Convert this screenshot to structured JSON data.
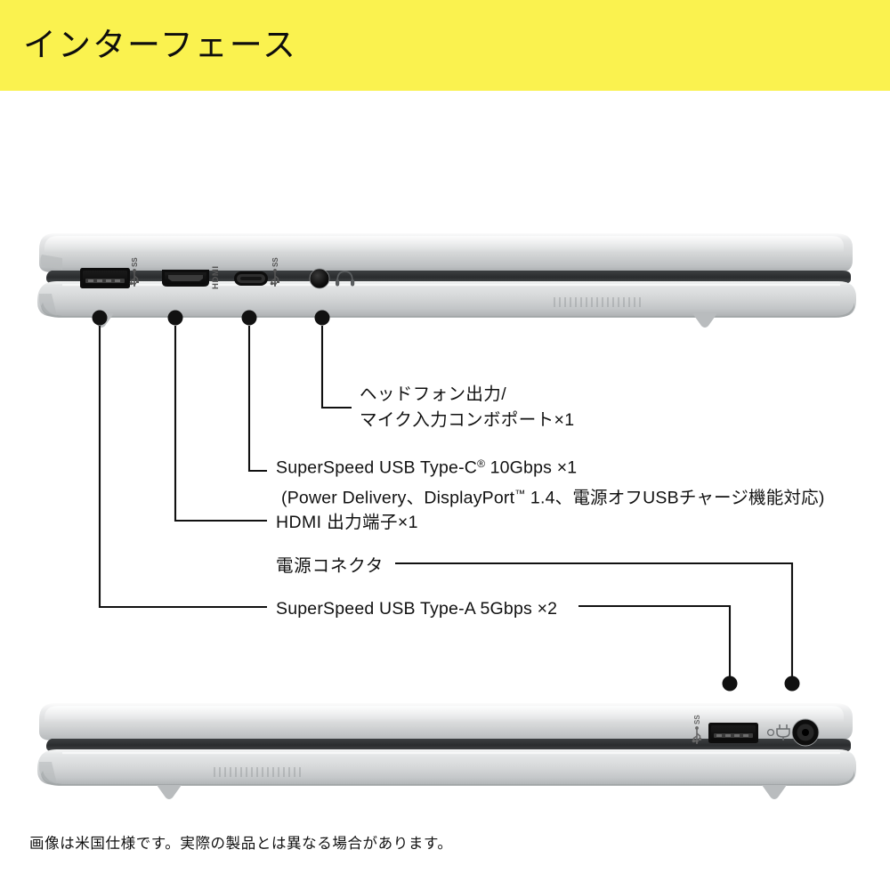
{
  "header": {
    "title": "インターフェース",
    "background_color": "#faf24f",
    "text_color": "#0e0e0e"
  },
  "product": {
    "top_view_label": "laptop-left-side-view",
    "bottom_view_label": "laptop-right-side-view",
    "body_color": "#cfd1d2",
    "accent_dark": "#2b2b2b"
  },
  "ports": {
    "top_edge": [
      {
        "id": "usb-a",
        "icon": "ss-usb-icon",
        "label": "SS"
      },
      {
        "id": "hdmi",
        "icon": "hdmi-icon",
        "label": "HDMI"
      },
      {
        "id": "usb-c",
        "icon": "ss-usb-c-icon",
        "label": "SS"
      },
      {
        "id": "headphone",
        "icon": "headphone-icon",
        "label": ""
      }
    ],
    "bottom_edge": [
      {
        "id": "usb-a-2",
        "icon": "ss-usb-icon",
        "label": "SS"
      },
      {
        "id": "power-connector",
        "icon": "power-plug-icon",
        "label": ""
      }
    ]
  },
  "callouts": {
    "headphone": {
      "line1": "ヘッドフォン出力/",
      "line2": "マイク入力コンボポート×1"
    },
    "usb_c": {
      "line1_pre": "SuperSpeed USB Type-C",
      "line1_sup": "®",
      "line1_post": "10Gbps ×1",
      "line2_pre": "(Power Delivery、DisplayPort",
      "line2_sup": "™",
      "line2_post": "1.4、電源オフUSBチャージ機能対応)"
    },
    "hdmi": {
      "text": "HDMI 出力端子×1"
    },
    "power": {
      "text": "電源コネクタ"
    },
    "usb_a": {
      "text": "SuperSpeed USB Type-A 5Gbps ×2"
    }
  },
  "footer": {
    "note": "画像は米国仕様です。実際の製品とは異なる場合があります。"
  }
}
